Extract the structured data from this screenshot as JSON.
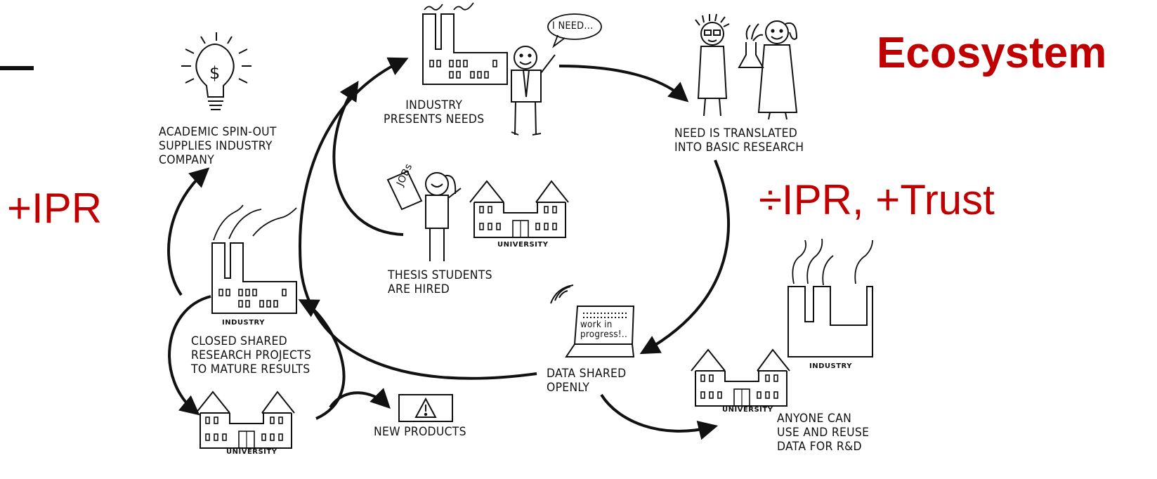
{
  "header": {
    "title": "Ecosystem",
    "left_note": "+IPR",
    "right_note": "÷IPR, +Trust"
  },
  "colors": {
    "accent": "#c00000",
    "ink": "#111111"
  },
  "nodes": {
    "industry_needs": "INDUSTRY\nPRESENTS NEEDS",
    "speech": "I NEED...",
    "basic_research": "NEED IS TRANSLATED\nINTO BASIC RESEARCH",
    "spinout": "ACADEMIC SPIN-OUT\nSUPPLIES INDUSTRY\nCOMPANY",
    "thesis": "THESIS STUDENTS\nARE HIRED",
    "jobs_sign": "JOBs",
    "closed_projects": "CLOSED SHARED\nRESEARCH PROJECTS\nTO MATURE RESULTS",
    "new_products": "NEW PRODUCTS",
    "data_shared": "DATA SHARED\nOPENLY",
    "laptop_text": "work in\nprogress!..",
    "anyone": "ANYONE CAN\nUSE AND REUSE\nDATA FOR R&D"
  },
  "building_labels": {
    "university_center": "UNIVERSITY",
    "industry_left": "INDUSTRY",
    "university_left": "UNIVERSITY",
    "industry_right": "INDUSTRY",
    "university_right": "UNIVERSITY"
  },
  "icons": [
    "lightbulb-dollar-icon",
    "factory-icon",
    "university-icon",
    "warning-icon",
    "laptop-icon",
    "wifi-icon",
    "scientist-icon",
    "person-icon"
  ]
}
